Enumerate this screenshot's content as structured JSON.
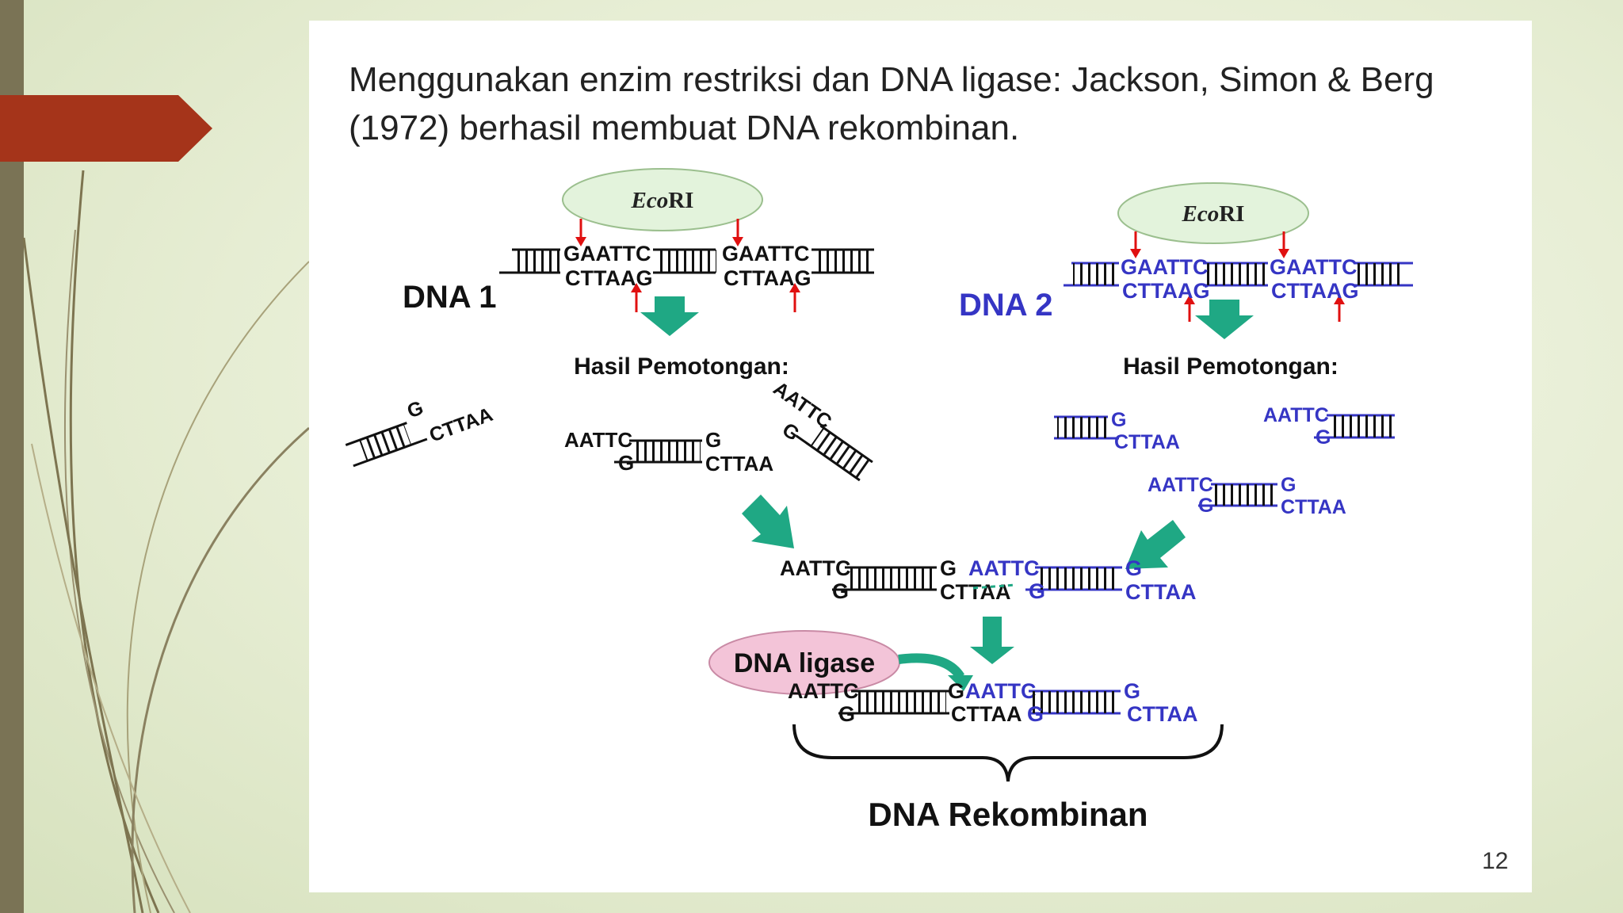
{
  "slide": {
    "title": "Menggunakan enzim restriksi dan DNA ligase: Jackson,  Simon & Berg (1972) berhasil membuat DNA rekombinan.",
    "page_number": "12"
  },
  "diagram": {
    "enzyme_label": "EcoRI",
    "enzyme_label_italic": "Eco",
    "enzyme_label_roman": "RI",
    "dna1_label": "DNA 1",
    "dna2_label": "DNA 2",
    "seq_top": "GAATTC",
    "seq_bottom": "CTTAAG",
    "cut_result_label": "Hasil Pemotongan:",
    "end_aattc": "AATTC",
    "end_g": "G",
    "end_cttaa": "CTTAA",
    "ligase_label": "DNA ligase",
    "product_label": "DNA Rekombinan"
  },
  "colors": {
    "dna1": "#111111",
    "dna2": "#3535c4",
    "arrow_green": "#1fa884",
    "cut_arrow_red": "#e01010",
    "enzyme_fill": "#e3f3dc",
    "ligase_fill": "#f3c4d8",
    "accent_tab": "#a5341a",
    "left_bar": "#7a7355"
  }
}
